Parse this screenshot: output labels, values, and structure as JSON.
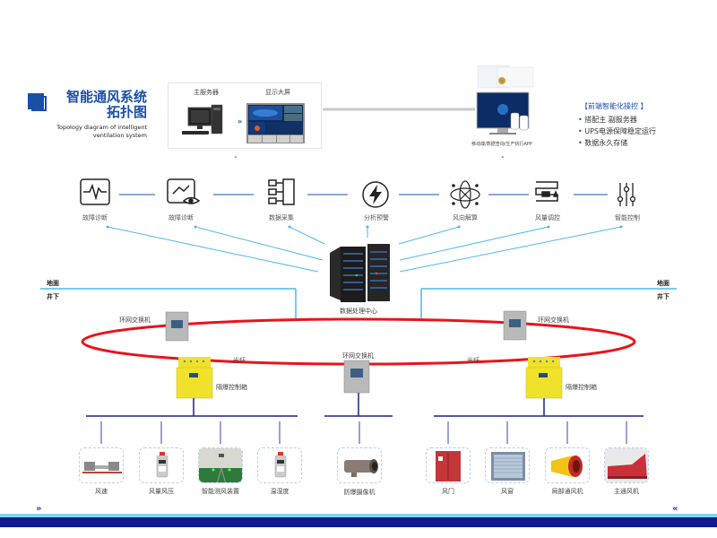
{
  "header": {
    "title_line1": "智能通风系统",
    "title_line2": "拓扑图",
    "subtitle_line1": "Topology diagram of intelligent",
    "subtitle_line2": "ventilation system",
    "logo_icon": "overlapping-squares-icon"
  },
  "top_row": {
    "main_server_label": "主服务器",
    "display_label": "显示大屏",
    "mobile_app_label": "移动端/数据查询/生产执行APP",
    "arrow_glyph": "»",
    "down_glyph": "˅˅"
  },
  "features": {
    "title": "【前端智能化操控 】",
    "items": [
      "搭配主 副服务器",
      "UPS电源保障稳定运行",
      "数据永久存储"
    ]
  },
  "functions": [
    {
      "label": "故障诊断",
      "icon": "waveform-monitor-icon"
    },
    {
      "label": "故障诊断",
      "icon": "eye-chart-icon"
    },
    {
      "label": "数据采集",
      "icon": "data-collection-icon"
    },
    {
      "label": "分析预警",
      "icon": "lightning-alert-icon"
    },
    {
      "label": "风向解算",
      "icon": "atom-wind-icon"
    },
    {
      "label": "风量调控",
      "icon": "airflow-control-icon"
    },
    {
      "label": "智能控制",
      "icon": "sliders-icon"
    }
  ],
  "center": {
    "data_center_label": "数据处理中心"
  },
  "levels": {
    "surface_left": "地面",
    "underground_left": "井下",
    "surface_right": "地面",
    "underground_right": "井下"
  },
  "ring": {
    "switch_left_label": "环网交换机",
    "switch_right_label": "环网交换机",
    "switch_center_label": "环网交换机",
    "fiber_left_label": "光纤",
    "fiber_right_label": "光纤",
    "controller_left_label": "隔爆控制箱",
    "controller_right_label": "隔爆控制箱"
  },
  "devices_left": [
    {
      "label": "风速"
    },
    {
      "label": "风量风压"
    },
    {
      "label": "智能测风装置"
    },
    {
      "label": "温湿度"
    }
  ],
  "device_center": {
    "label": "防爆摄像机"
  },
  "devices_right": [
    {
      "label": "风门"
    },
    {
      "label": "风窗"
    },
    {
      "label": "局部通风机"
    },
    {
      "label": "主通风机"
    }
  ],
  "footer": {
    "left_glyph": "»",
    "right_glyph": "«",
    "colors": {
      "light": "#7fd3f5",
      "dark": "#11198f"
    }
  },
  "colors": {
    "brand_blue": "#1a4fa8",
    "ring_red": "#e8141b",
    "link_cyan": "#4fb6ea",
    "bus_navy": "#1a1f8c"
  }
}
